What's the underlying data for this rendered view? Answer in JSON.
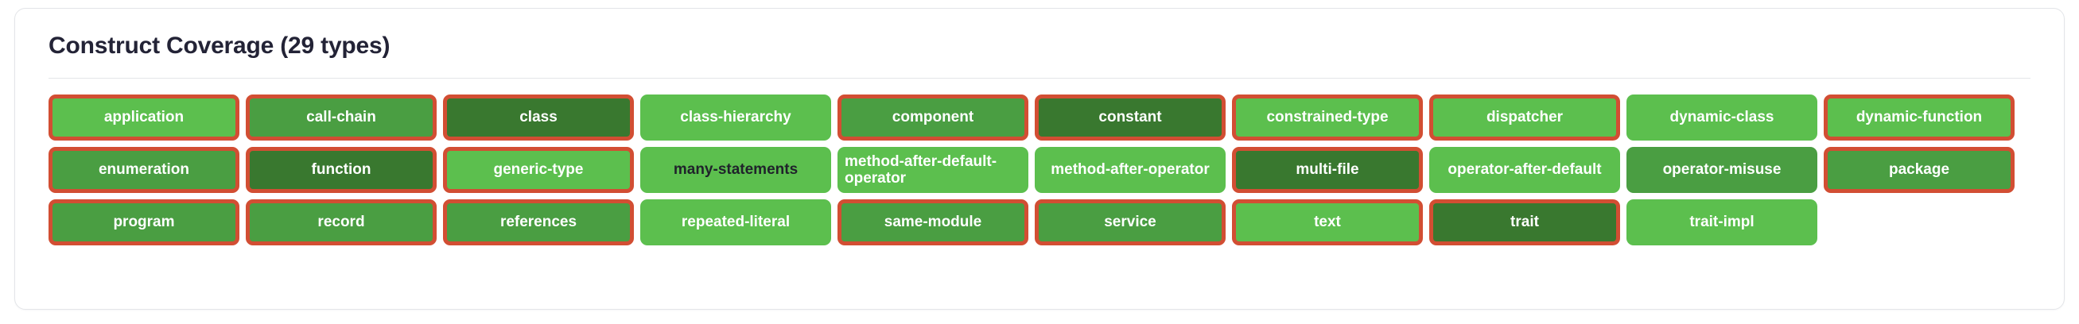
{
  "card": {
    "title": "Construct Coverage (29 types)",
    "type_count": 29
  },
  "colors": {
    "card_background": "#ffffff",
    "card_border": "#e3e5e8",
    "title_text": "#232336",
    "divider": "#e4e6e9",
    "fill_light": "#5cbf4e",
    "fill_medium": "#4a9e42",
    "fill_dark": "#39782f",
    "badge_border_highlight": "#d24e33",
    "text_light": "#ffffff",
    "text_dark": "#20232b"
  },
  "badges": [
    {
      "label": "application",
      "fill": "light",
      "border": true,
      "text": "light",
      "align": "center"
    },
    {
      "label": "call-chain",
      "fill": "medium",
      "border": true,
      "text": "light",
      "align": "center"
    },
    {
      "label": "class",
      "fill": "dark",
      "border": true,
      "text": "light",
      "align": "center"
    },
    {
      "label": "class-hierarchy",
      "fill": "light",
      "border": false,
      "text": "light",
      "align": "center"
    },
    {
      "label": "component",
      "fill": "medium",
      "border": true,
      "text": "light",
      "align": "center"
    },
    {
      "label": "constant",
      "fill": "dark",
      "border": true,
      "text": "light",
      "align": "center"
    },
    {
      "label": "constrained-type",
      "fill": "light",
      "border": true,
      "text": "light",
      "align": "center"
    },
    {
      "label": "dispatcher",
      "fill": "light",
      "border": true,
      "text": "light",
      "align": "center"
    },
    {
      "label": "dynamic-class",
      "fill": "light",
      "border": false,
      "text": "light",
      "align": "center"
    },
    {
      "label": "dynamic-function",
      "fill": "light",
      "border": true,
      "text": "light",
      "align": "center"
    },
    {
      "label": "enumeration",
      "fill": "medium",
      "border": true,
      "text": "light",
      "align": "center"
    },
    {
      "label": "function",
      "fill": "dark",
      "border": true,
      "text": "light",
      "align": "center"
    },
    {
      "label": "generic-type",
      "fill": "light",
      "border": true,
      "text": "light",
      "align": "center"
    },
    {
      "label": "many-statements",
      "fill": "light",
      "border": false,
      "text": "dark",
      "align": "center"
    },
    {
      "label": "method-after-default-operator",
      "fill": "light",
      "border": false,
      "text": "light",
      "align": "left"
    },
    {
      "label": "method-after-operator",
      "fill": "light",
      "border": false,
      "text": "light",
      "align": "center"
    },
    {
      "label": "multi-file",
      "fill": "dark",
      "border": true,
      "text": "light",
      "align": "center"
    },
    {
      "label": "operator-after-default",
      "fill": "light",
      "border": false,
      "text": "light",
      "align": "center"
    },
    {
      "label": "operator-misuse",
      "fill": "medium",
      "border": false,
      "text": "light",
      "align": "center"
    },
    {
      "label": "package",
      "fill": "medium",
      "border": true,
      "text": "light",
      "align": "center"
    },
    {
      "label": "program",
      "fill": "medium",
      "border": true,
      "text": "light",
      "align": "center"
    },
    {
      "label": "record",
      "fill": "medium",
      "border": true,
      "text": "light",
      "align": "center"
    },
    {
      "label": "references",
      "fill": "medium",
      "border": true,
      "text": "light",
      "align": "center"
    },
    {
      "label": "repeated-literal",
      "fill": "light",
      "border": false,
      "text": "light",
      "align": "center"
    },
    {
      "label": "same-module",
      "fill": "medium",
      "border": true,
      "text": "light",
      "align": "center"
    },
    {
      "label": "service",
      "fill": "medium",
      "border": true,
      "text": "light",
      "align": "center"
    },
    {
      "label": "text",
      "fill": "light",
      "border": true,
      "text": "light",
      "align": "center"
    },
    {
      "label": "trait",
      "fill": "dark",
      "border": true,
      "text": "light",
      "align": "center"
    },
    {
      "label": "trait-impl",
      "fill": "light",
      "border": false,
      "text": "light",
      "align": "center"
    }
  ]
}
